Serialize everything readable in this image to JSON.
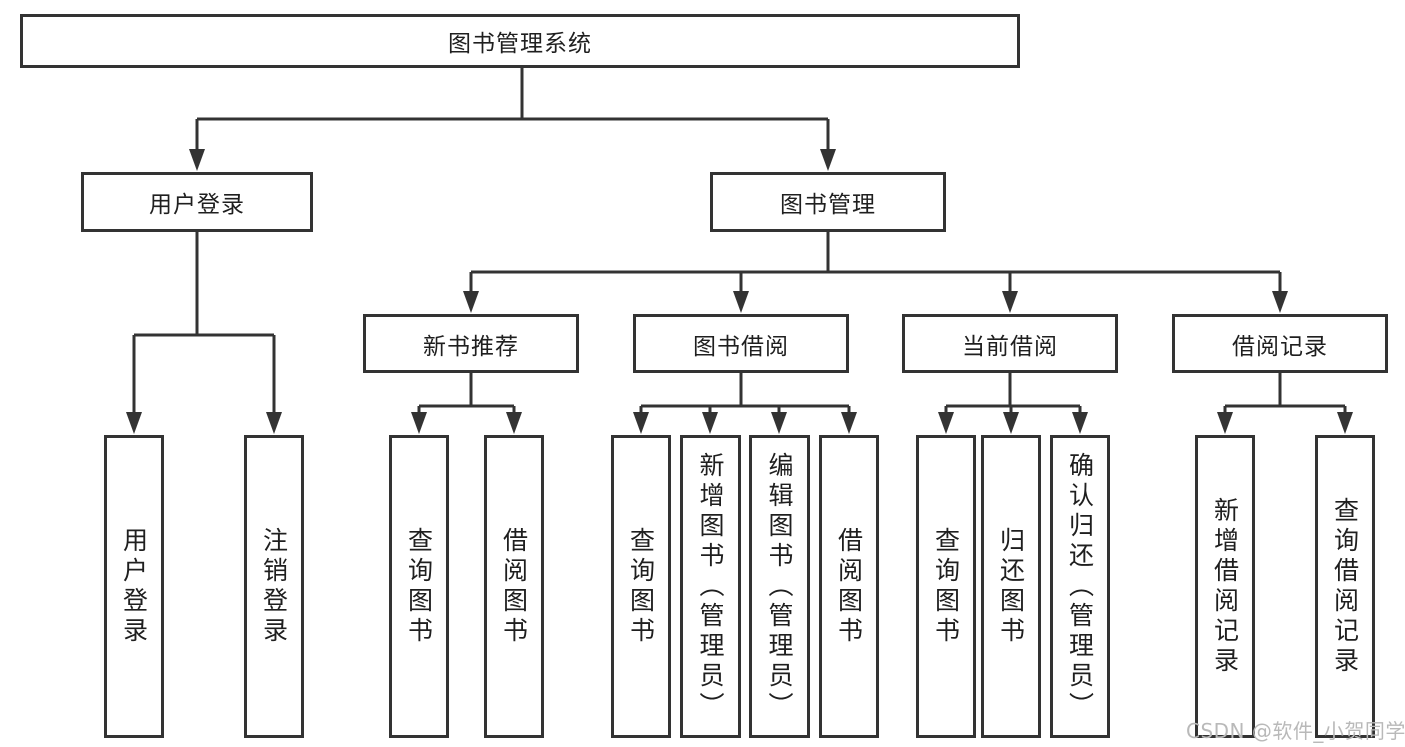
{
  "diagram": {
    "root": {
      "label": "图书管理系统"
    },
    "branches": [
      {
        "label": "用户登录"
      },
      {
        "label": "图书管理"
      }
    ],
    "modules": [
      {
        "label": "新书推荐"
      },
      {
        "label": "图书借阅"
      },
      {
        "label": "当前借阅"
      },
      {
        "label": "借阅记录"
      }
    ],
    "leaves": {
      "user_login": [
        {
          "label": "用户登录"
        },
        {
          "label": "注销登录"
        }
      ],
      "new_books": [
        {
          "label": "查询图书"
        },
        {
          "label": "借阅图书"
        }
      ],
      "book_borrow": [
        {
          "label": "查询图书"
        },
        {
          "label": "新增图书（管理员）"
        },
        {
          "label": "编辑图书（管理员）"
        },
        {
          "label": "借阅图书"
        }
      ],
      "current_borrow": [
        {
          "label": "查询图书"
        },
        {
          "label": "归还图书"
        },
        {
          "label": "确认归还（管理员）"
        }
      ],
      "borrow_records": [
        {
          "label": "新增借阅记录"
        },
        {
          "label": "查询借阅记录"
        }
      ]
    }
  },
  "watermark": {
    "text": "CSDN @软件_小贺同学"
  },
  "colors": {
    "line": "#333333",
    "box_border": "#333333",
    "text": "#1f1f1f",
    "watermark": "#b9b9b9",
    "background": "#ffffff"
  }
}
